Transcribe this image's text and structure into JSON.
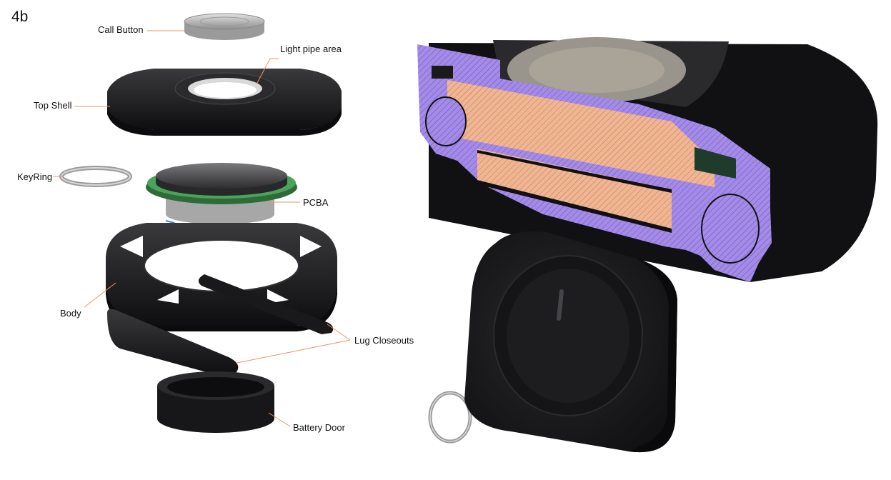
{
  "figure_number": "4b",
  "labels": {
    "call_button": "Call Button",
    "light_pipe": "Light pipe area",
    "top_shell": "Top Shell",
    "keyring": "KeyRing",
    "pcba": "PCBA",
    "body": "Body",
    "lug_closeouts": "Lug Closeouts",
    "battery_door": "Battery Door"
  },
  "colors": {
    "leader_line": "#e8956a",
    "section_body": "#a48be8",
    "section_pcba": "#f0b592",
    "housing": "#1c1c1e",
    "button_metal": "#c6c6c6"
  }
}
